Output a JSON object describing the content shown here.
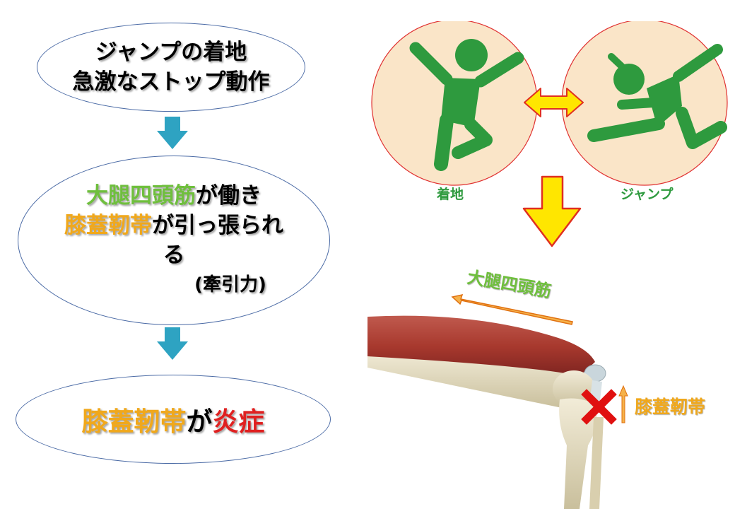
{
  "flow": {
    "box1": {
      "line1": "ジャンプの着地",
      "line2": "急激なストップ動作"
    },
    "box2": {
      "muscle": "大腿四頭筋",
      "after_muscle": "が働き",
      "tendon": "膝蓋靭帯",
      "after_tendon": "が引っ張られ",
      "wrap": "る",
      "note": "(牽引力)"
    },
    "box3": {
      "tendon": "膝蓋靭帯",
      "particle": "が",
      "inflammation": "炎症"
    }
  },
  "figures": {
    "landing_label": "着地",
    "jump_label": "ジャンプ"
  },
  "anatomy": {
    "muscle_label": "大腿四頭筋",
    "tendon_label": "膝蓋靭帯"
  },
  "colors": {
    "muscle_text": "#6fbf3d",
    "tendon_text": "#f0a81c",
    "inflammation_text": "#e02020",
    "figure_green": "#2e9a3e",
    "circle_fill": "#fae5c8",
    "circle_stroke": "#e03030",
    "down_arrow": "#2ea3c2",
    "swap_arrow_fill": "#ffe600",
    "swap_arrow_stroke": "#e03020"
  }
}
